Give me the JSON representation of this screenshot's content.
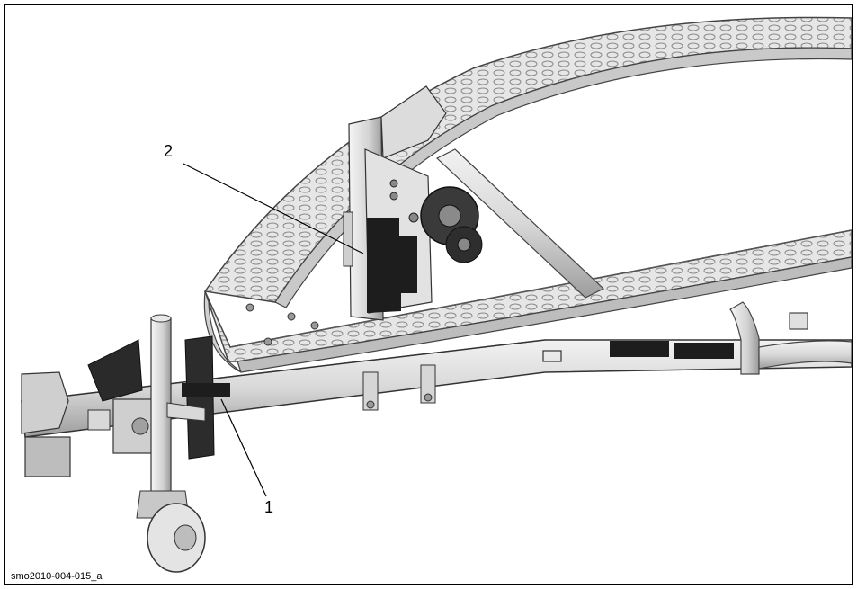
{
  "figure": {
    "callouts": [
      {
        "id": "1",
        "label": "1"
      },
      {
        "id": "2",
        "label": "2"
      }
    ],
    "caption": "smo2010-004-015_a"
  },
  "colors": {
    "frame": "#000000",
    "metal_light": "#e9e9e9",
    "metal_mid": "#bdbdbd",
    "metal_dark": "#7a7a7a",
    "label_black": "#1d1d1d"
  }
}
